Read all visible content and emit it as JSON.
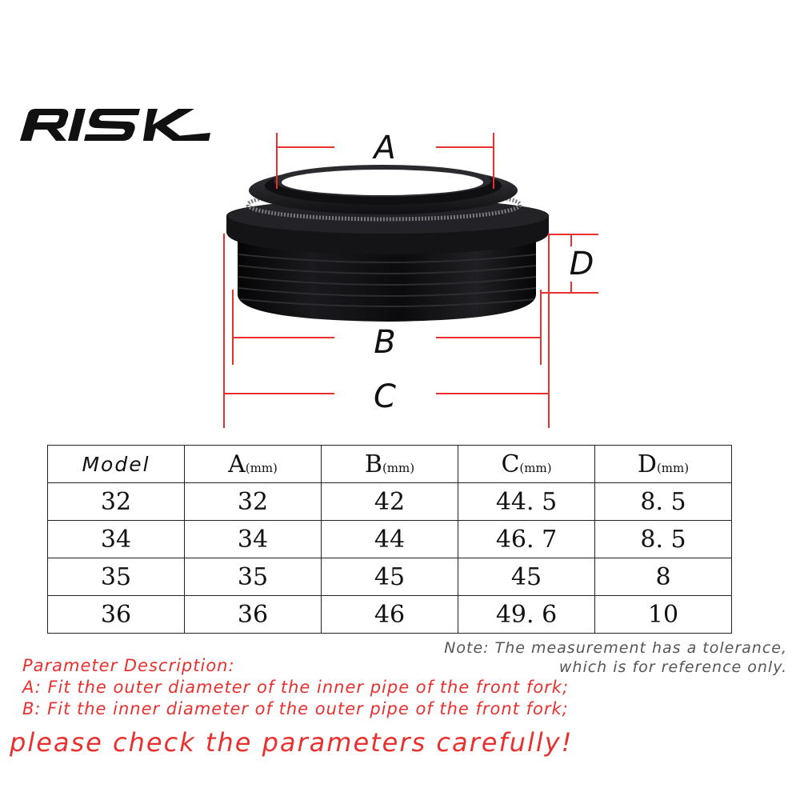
{
  "brand": {
    "name": "RISK"
  },
  "dimensions": {
    "a": "A",
    "b": "B",
    "c": "C",
    "d": "D"
  },
  "table": {
    "headers": [
      {
        "label": "Model",
        "unit": ""
      },
      {
        "label": "A",
        "unit": "(mm)"
      },
      {
        "label": "B",
        "unit": "(mm)"
      },
      {
        "label": "C",
        "unit": "(mm)"
      },
      {
        "label": "D",
        "unit": "(mm)"
      }
    ],
    "rows": [
      [
        "32",
        "32",
        "42",
        "44. 5",
        "8. 5"
      ],
      [
        "34",
        "34",
        "44",
        "46. 7",
        "8. 5"
      ],
      [
        "35",
        "35",
        "45",
        "45",
        "8"
      ],
      [
        "36",
        "36",
        "46",
        "49. 6",
        "10"
      ]
    ]
  },
  "note": {
    "line1": "Note: The measurement has a tolerance,",
    "line2": "which is for reference only."
  },
  "description": {
    "title": "Parameter Description:",
    "a": "A: Fit the outer diameter of the inner pipe of the front fork;",
    "b": "B: Fit the inner diameter of the outer pipe of the front fork;"
  },
  "warning": "please check the parameters carefully!",
  "colors": {
    "dimension_line": "#e8312f",
    "text_red": "#e8312f",
    "product": "#0c0c0e",
    "table_border": "#222222"
  }
}
